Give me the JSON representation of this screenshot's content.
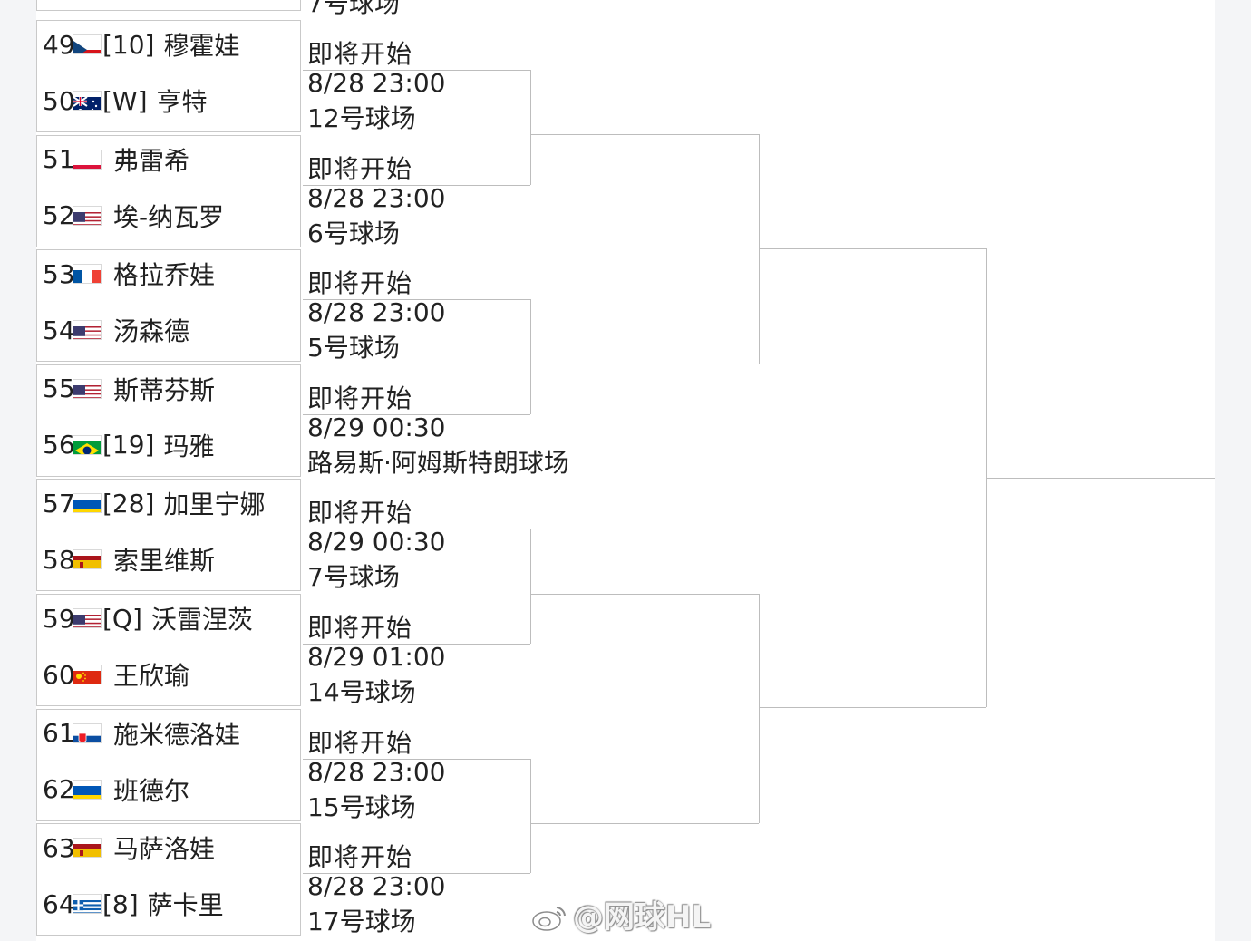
{
  "top_partial": {
    "court": "7号球场"
  },
  "players": [
    {
      "num": "49",
      "flag": "CZE",
      "seed": "[10]",
      "name": "穆霍娃"
    },
    {
      "num": "50",
      "flag": "AUS",
      "seed": "[W]",
      "name": "亨特"
    },
    {
      "num": "51",
      "flag": "POL",
      "seed": "",
      "name": "弗雷希"
    },
    {
      "num": "52",
      "flag": "USA",
      "seed": "",
      "name": "埃-纳瓦罗"
    },
    {
      "num": "53",
      "flag": "FRA",
      "seed": "",
      "name": "格拉乔娃"
    },
    {
      "num": "54",
      "flag": "USA",
      "seed": "",
      "name": "汤森德"
    },
    {
      "num": "55",
      "flag": "USA",
      "seed": "",
      "name": "斯蒂芬斯"
    },
    {
      "num": "56",
      "flag": "BRA",
      "seed": "[19]",
      "name": "玛雅"
    },
    {
      "num": "57",
      "flag": "UKR",
      "seed": "[28]",
      "name": "加里宁娜"
    },
    {
      "num": "58",
      "flag": "ESP",
      "seed": "",
      "name": "索里维斯"
    },
    {
      "num": "59",
      "flag": "USA",
      "seed": "[Q]",
      "name": "沃雷涅茨"
    },
    {
      "num": "60",
      "flag": "CHN",
      "seed": "",
      "name": "王欣瑜"
    },
    {
      "num": "61",
      "flag": "SVK",
      "seed": "",
      "name": "施米德洛娃"
    },
    {
      "num": "62",
      "flag": "UKR",
      "seed": "",
      "name": "班德尔"
    },
    {
      "num": "63",
      "flag": "ESP",
      "seed": "",
      "name": "马萨洛娃"
    },
    {
      "num": "64",
      "flag": "GRE",
      "seed": "[8]",
      "name": "萨卡里"
    }
  ],
  "matches": [
    {
      "status": "即将开始",
      "time": "8/28 23:00",
      "court": "12号球场"
    },
    {
      "status": "即将开始",
      "time": "8/28 23:00",
      "court": "6号球场"
    },
    {
      "status": "即将开始",
      "time": "8/28 23:00",
      "court": "5号球场"
    },
    {
      "status": "即将开始",
      "time": "8/29 00:30",
      "court": "路易斯·阿姆斯特朗球场"
    },
    {
      "status": "即将开始",
      "time": "8/29 00:30",
      "court": "7号球场"
    },
    {
      "status": "即将开始",
      "time": "8/29 01:00",
      "court": "14号球场"
    },
    {
      "status": "即将开始",
      "time": "8/28 23:00",
      "court": "15号球场"
    },
    {
      "status": "即将开始",
      "time": "8/28 23:00",
      "court": "17号球场"
    }
  ],
  "watermark": "@网球HL",
  "flag_colors": {
    "CZE": [
      "#ffffff",
      "#d7141a",
      "#11457e"
    ],
    "AUS": [
      "#012169",
      "#ffffff",
      "#e4002b"
    ],
    "POL": [
      "#ffffff",
      "#dc143c"
    ],
    "USA": [
      "#b22234",
      "#ffffff",
      "#3c3b6e"
    ],
    "FRA": [
      "#0055a4",
      "#ffffff",
      "#ef4135"
    ],
    "BRA": [
      "#009c3b",
      "#ffdf00",
      "#002776"
    ],
    "UKR": [
      "#0057b7",
      "#ffd700"
    ],
    "ESP": [
      "#aa151b",
      "#f1bf00"
    ],
    "CHN": [
      "#de2910",
      "#ffde00"
    ],
    "SVK": [
      "#ffffff",
      "#0b4ea2",
      "#ee1c25"
    ],
    "GRE": [
      "#0d5eaf",
      "#ffffff"
    ]
  }
}
